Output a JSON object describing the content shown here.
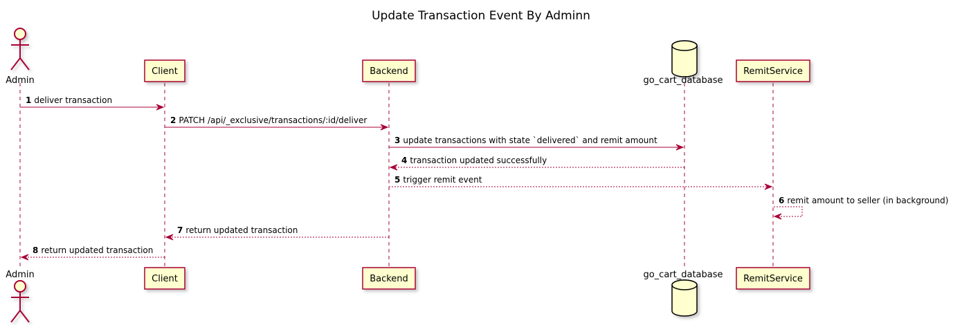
{
  "title": "Update Transaction Event By Adminn",
  "participants": [
    {
      "id": "admin",
      "kind": "actor",
      "label": "Admin"
    },
    {
      "id": "client",
      "kind": "participant",
      "label": "Client"
    },
    {
      "id": "backend",
      "kind": "participant",
      "label": "Backend"
    },
    {
      "id": "db",
      "kind": "database",
      "label": "go_cart_database"
    },
    {
      "id": "remit",
      "kind": "participant",
      "label": "RemitService"
    }
  ],
  "messages": [
    {
      "num": "1",
      "from": "admin",
      "to": "client",
      "style": "solid",
      "text": "deliver transaction"
    },
    {
      "num": "2",
      "from": "client",
      "to": "backend",
      "style": "solid",
      "text": "PATCH /api/_exclusive/transactions/:id/deliver"
    },
    {
      "num": "3",
      "from": "backend",
      "to": "db",
      "style": "solid",
      "text": "update transactions with state `delivered` and remit amount"
    },
    {
      "num": "4",
      "from": "db",
      "to": "backend",
      "style": "dashed",
      "text": "transaction updated successfully"
    },
    {
      "num": "5",
      "from": "backend",
      "to": "remit",
      "style": "dashed",
      "text": "trigger remit event"
    },
    {
      "num": "6",
      "from": "remit",
      "to": "remit",
      "style": "dashed",
      "text": "remit amount to seller (in background)"
    },
    {
      "num": "7",
      "from": "backend",
      "to": "client",
      "style": "dashed",
      "text": "return updated transaction"
    },
    {
      "num": "8",
      "from": "client",
      "to": "admin",
      "style": "dashed",
      "text": "return updated transaction"
    }
  ],
  "colors": {
    "line": "#A80036",
    "box_fill": "#FEFECE",
    "lifeline": "#A80036"
  }
}
